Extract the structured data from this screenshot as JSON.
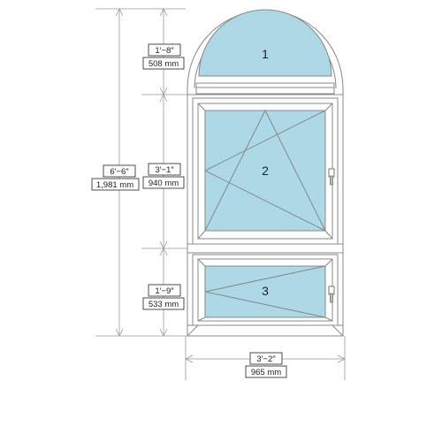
{
  "panes": [
    {
      "number": "1",
      "label_name": "pane-1-number"
    },
    {
      "number": "2",
      "label_name": "pane-2-number"
    },
    {
      "number": "3",
      "label_name": "pane-3-number"
    }
  ],
  "dimensions": {
    "overall_height": {
      "imperial": "6′−6″",
      "metric": "1,981 mm"
    },
    "arch_height": {
      "imperial": "1′−8″",
      "metric": "508 mm"
    },
    "middle_height": {
      "imperial": "3′−1″",
      "metric": "940 mm"
    },
    "bottom_height": {
      "imperial": "1′−9″",
      "metric": "533 mm"
    },
    "overall_width": {
      "imperial": "3′−2″",
      "metric": "965 mm"
    }
  },
  "colors": {
    "glass": "#add8e6",
    "frame_stroke": "#888888",
    "dim_line": "#999999",
    "handle": "#bbbbbb"
  }
}
